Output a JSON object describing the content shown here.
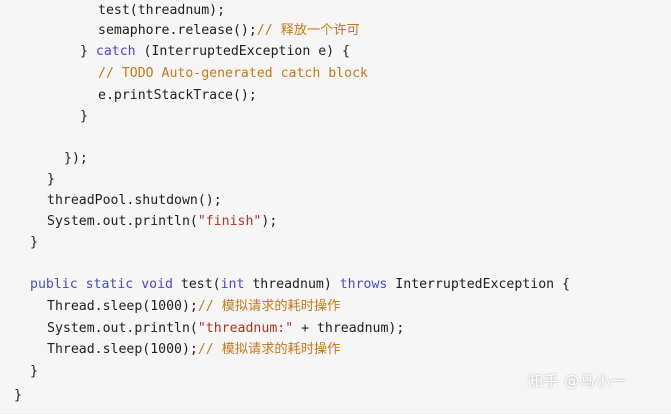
{
  "code": {
    "lines": [
      {
        "tokens": [
          {
            "t": "test(threadnum);",
            "c": "plain"
          }
        ]
      },
      {
        "tokens": [
          {
            "t": "semaphore.release();",
            "c": "plain"
          },
          {
            "t": "// 释放一个许可",
            "c": "cmt"
          }
        ]
      },
      {
        "tokens": [
          {
            "t": "} ",
            "c": "plain"
          },
          {
            "t": "catch",
            "c": "kw"
          },
          {
            "t": " (InterruptedException e) {",
            "c": "plain"
          }
        ]
      },
      {
        "tokens": [
          {
            "t": "// TODO Auto-generated catch block",
            "c": "cmt"
          }
        ]
      },
      {
        "tokens": [
          {
            "t": "e.printStackTrace();",
            "c": "plain"
          }
        ]
      },
      {
        "tokens": [
          {
            "t": "}",
            "c": "plain"
          }
        ]
      },
      {
        "tokens": []
      },
      {
        "tokens": [
          {
            "t": "});",
            "c": "plain"
          }
        ]
      },
      {
        "tokens": [
          {
            "t": "}",
            "c": "plain"
          }
        ]
      },
      {
        "tokens": [
          {
            "t": "threadPool.shutdown();",
            "c": "plain"
          }
        ]
      },
      {
        "tokens": [
          {
            "t": "System.out.println(",
            "c": "plain"
          },
          {
            "t": "\"finish\"",
            "c": "str"
          },
          {
            "t": ");",
            "c": "plain"
          }
        ]
      },
      {
        "tokens": [
          {
            "t": "}",
            "c": "plain"
          }
        ]
      },
      {
        "tokens": []
      },
      {
        "tokens": [
          {
            "t": "public",
            "c": "kw"
          },
          {
            "t": " ",
            "c": "plain"
          },
          {
            "t": "static",
            "c": "kw"
          },
          {
            "t": " ",
            "c": "plain"
          },
          {
            "t": "void",
            "c": "kw"
          },
          {
            "t": " test(",
            "c": "plain"
          },
          {
            "t": "int",
            "c": "kw"
          },
          {
            "t": " threadnum) ",
            "c": "plain"
          },
          {
            "t": "throws",
            "c": "kw"
          },
          {
            "t": " InterruptedException {",
            "c": "plain"
          }
        ]
      },
      {
        "tokens": [
          {
            "t": "Thread.sleep(1000);",
            "c": "plain"
          },
          {
            "t": "// 模拟请求的耗时操作",
            "c": "cmt"
          }
        ]
      },
      {
        "tokens": [
          {
            "t": "System.out.println(",
            "c": "plain"
          },
          {
            "t": "\"threadnum:\"",
            "c": "str"
          },
          {
            "t": " + threadnum);",
            "c": "plain"
          }
        ]
      },
      {
        "tokens": [
          {
            "t": "Thread.sleep(1000);",
            "c": "plain"
          },
          {
            "t": "// 模拟请求的耗时操作",
            "c": "cmt"
          }
        ]
      },
      {
        "tokens": [
          {
            "t": "}",
            "c": "plain"
          }
        ]
      },
      {
        "tokens": [
          {
            "t": "}",
            "c": "plain"
          }
        ]
      }
    ]
  },
  "watermark": {
    "text": "知乎 @马小一"
  },
  "colors": {
    "background": "#f6f6f6",
    "keyword": "#4b48c8",
    "string": "#b4321e",
    "comment": "#c87819",
    "plain": "#1e1e1e"
  }
}
